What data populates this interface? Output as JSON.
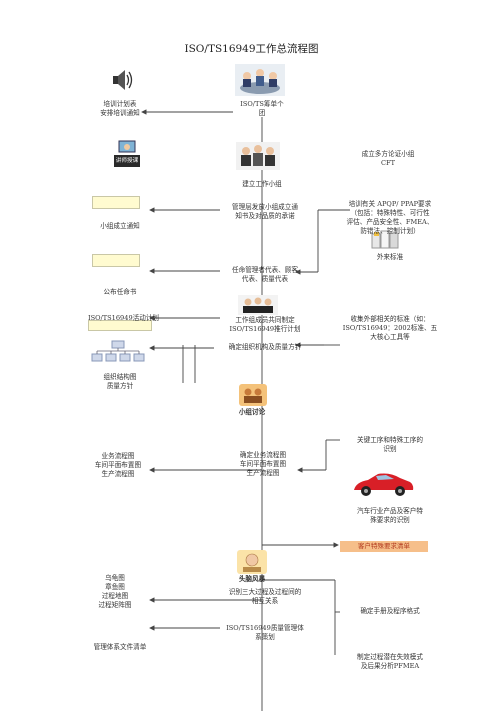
{
  "title": "ISO/TS16949工作总流程图",
  "center": {
    "n1": "ISO/TS筹单个\n团",
    "n2": "建立工作小组",
    "n3": "管理层发放小组成立通\n知书及对品质的承诺",
    "n4": "任命管理者代表、顾客\n代表、质量代表",
    "n5": "工作组成员共同制定\nISO/TS16949推行计划",
    "n6": "确定组织机构及质量方针",
    "n7": "小组讨论",
    "n8": "确定业务流程图\n车间平面布置图\n生产流程图",
    "n9": "头脑风暴",
    "n10": "识别三大过程及过程间的\n相互关系",
    "n11": "ISO/TS16949质量管理体\n系策划"
  },
  "left": {
    "l1": "培训计划表\n安排培训通知",
    "l1_badge": "讲师授课",
    "l2": "小组成立通知",
    "l3": "公布任命书",
    "l4": "ISO/TS16949活动计划",
    "l5": "组织结构图\n质量方针",
    "l6": "业务流程图\n车间平面布置图\n生产流程图",
    "l7": "乌龟图\n章鱼图\n过程地图\n过程矩阵图",
    "l8": "管理体系文件清单"
  },
  "right": {
    "r1": "成立多方论证小组\nCFT",
    "r2": "培训有关 APQP/ PPAP要求\n（包括：特殊特性、可行性\n评估、产品安全性、FMEA、\n防错法、控制计划）",
    "r3": "外来标准",
    "r4": "收集外部相关的标准（如：\nISO/TS16949：2002标准、五\n大核心工具等",
    "r5": "关键工序和特殊工序的\n识别",
    "r6": "汽车行业产品及客户特\n殊要求的识别",
    "r7": "客户特殊要求清单",
    "r8": "确定手册及程序格式",
    "r9": "制定过程潜在失效模式\n及后果分析PFMEA"
  },
  "colors": {
    "doc_box_fill": "#fffbd0",
    "badge_fill": "#f6bf8a",
    "badge_text": "#b23a1f",
    "car": "#d81f27",
    "line": "#444444"
  }
}
